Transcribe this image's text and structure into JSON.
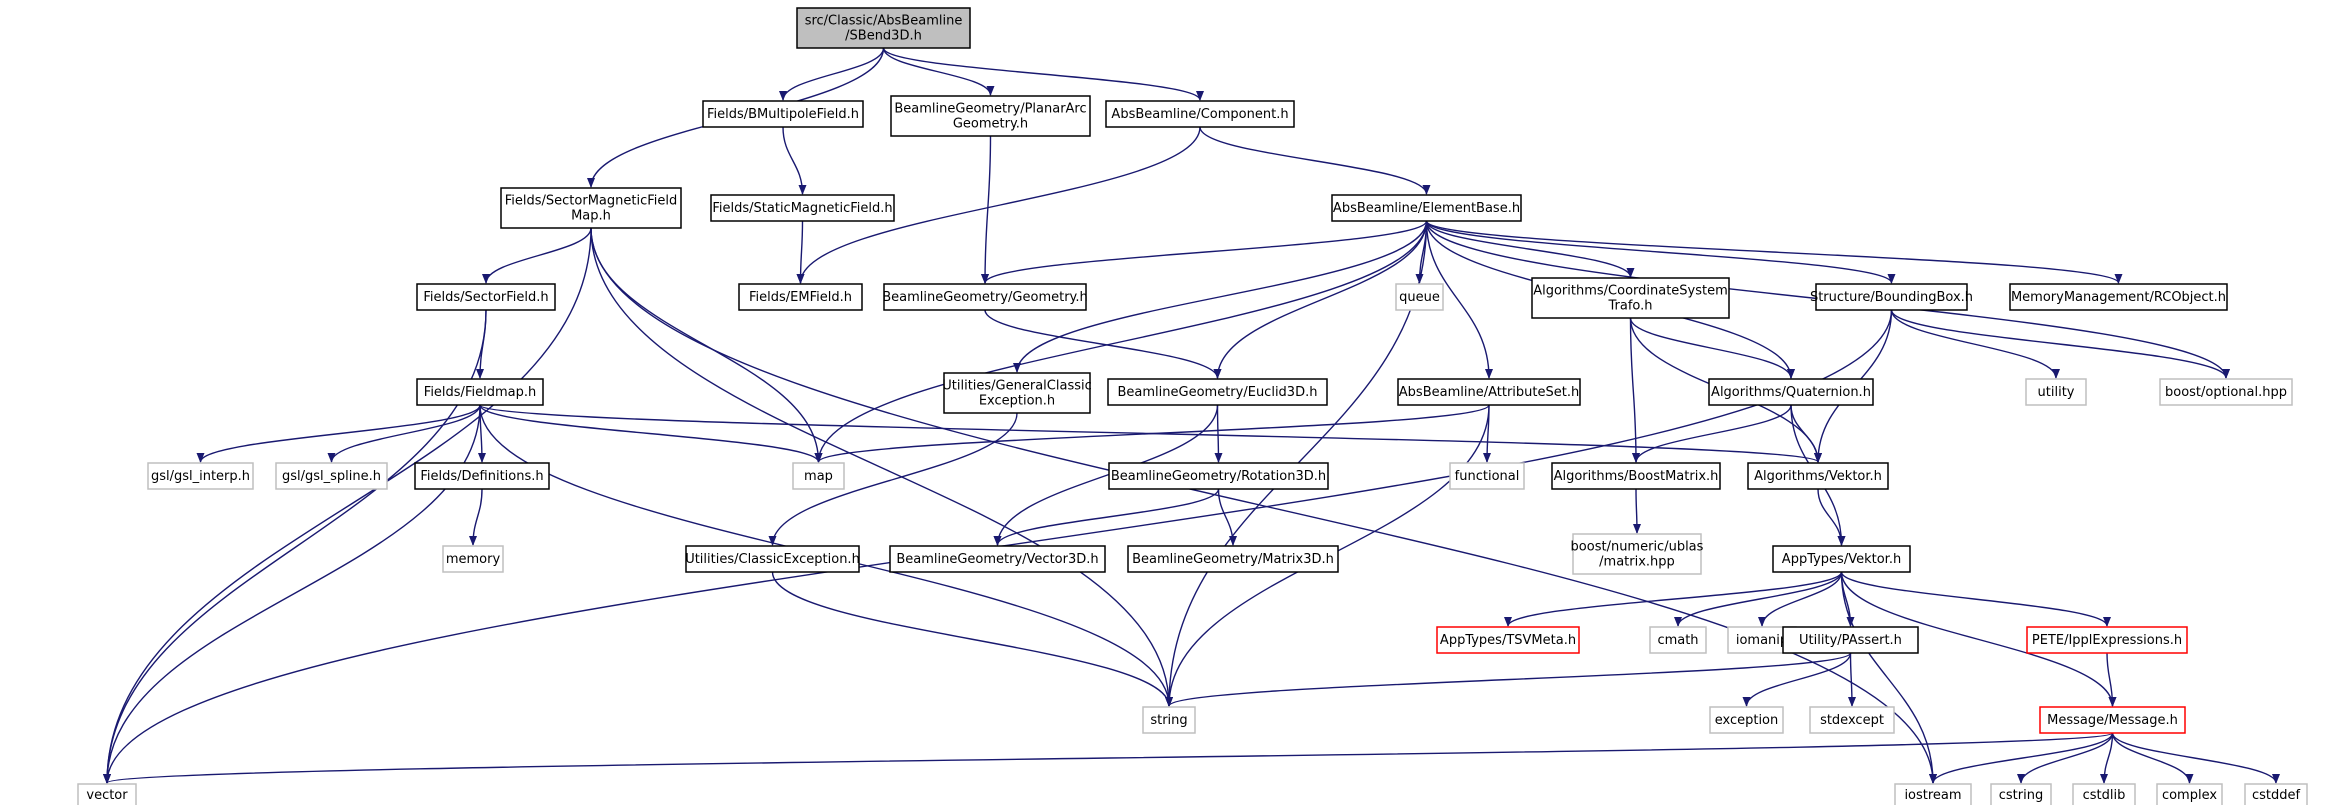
{
  "title": "",
  "style": {
    "edge_color": "#191970",
    "node_border": "#000000",
    "external_border": "#bfbfbf",
    "truncated_border": "#ff0000",
    "root_fill": "#bfbfbf"
  },
  "nodes": [
    {
      "id": "root",
      "lines": [
        "src/Classic/AbsBeamline",
        "/SBend3D.h"
      ],
      "kind": "root"
    },
    {
      "id": "smfm",
      "lines": [
        "Fields/SectorMagneticField",
        "Map.h"
      ],
      "kind": "normal"
    },
    {
      "id": "bmp",
      "lines": [
        "Fields/BMultipoleField.h"
      ],
      "kind": "normal"
    },
    {
      "id": "pag",
      "lines": [
        "BeamlineGeometry/PlanarArc",
        "Geometry.h"
      ],
      "kind": "normal"
    },
    {
      "id": "comp",
      "lines": [
        "AbsBeamline/Component.h"
      ],
      "kind": "normal"
    },
    {
      "id": "smf",
      "lines": [
        "Fields/StaticMagneticField.h"
      ],
      "kind": "normal"
    },
    {
      "id": "eb",
      "lines": [
        "AbsBeamline/ElementBase.h"
      ],
      "kind": "normal"
    },
    {
      "id": "sf",
      "lines": [
        "Fields/SectorField.h"
      ],
      "kind": "normal"
    },
    {
      "id": "em",
      "lines": [
        "Fields/EMField.h"
      ],
      "kind": "normal"
    },
    {
      "id": "geo",
      "lines": [
        "BeamlineGeometry/Geometry.h"
      ],
      "kind": "normal"
    },
    {
      "id": "queue",
      "lines": [
        "queue"
      ],
      "kind": "ext"
    },
    {
      "id": "cst",
      "lines": [
        "Algorithms/CoordinateSystem",
        "Trafo.h"
      ],
      "kind": "normal"
    },
    {
      "id": "bb",
      "lines": [
        "Structure/BoundingBox.h"
      ],
      "kind": "normal"
    },
    {
      "id": "rco",
      "lines": [
        "MemoryManagement/RCObject.h"
      ],
      "kind": "normal"
    },
    {
      "id": "fm",
      "lines": [
        "Fields/Fieldmap.h"
      ],
      "kind": "normal"
    },
    {
      "id": "gce",
      "lines": [
        "Utilities/GeneralClassic",
        "Exception.h"
      ],
      "kind": "normal"
    },
    {
      "id": "e3d",
      "lines": [
        "BeamlineGeometry/Euclid3D.h"
      ],
      "kind": "normal"
    },
    {
      "id": "as",
      "lines": [
        "AbsBeamline/AttributeSet.h"
      ],
      "kind": "normal"
    },
    {
      "id": "quat",
      "lines": [
        "Algorithms/Quaternion.h"
      ],
      "kind": "normal"
    },
    {
      "id": "util",
      "lines": [
        "utility"
      ],
      "kind": "ext"
    },
    {
      "id": "bopt",
      "lines": [
        "boost/optional.hpp"
      ],
      "kind": "ext"
    },
    {
      "id": "gsli",
      "lines": [
        "gsl/gsl_interp.h"
      ],
      "kind": "ext"
    },
    {
      "id": "gsls",
      "lines": [
        "gsl/gsl_spline.h"
      ],
      "kind": "ext"
    },
    {
      "id": "defs",
      "lines": [
        "Fields/Definitions.h"
      ],
      "kind": "normal"
    },
    {
      "id": "map",
      "lines": [
        "map"
      ],
      "kind": "ext"
    },
    {
      "id": "r3d",
      "lines": [
        "BeamlineGeometry/Rotation3D.h"
      ],
      "kind": "normal"
    },
    {
      "id": "func",
      "lines": [
        "functional"
      ],
      "kind": "ext"
    },
    {
      "id": "bm",
      "lines": [
        "Algorithms/BoostMatrix.h"
      ],
      "kind": "normal"
    },
    {
      "id": "avek",
      "lines": [
        "Algorithms/Vektor.h"
      ],
      "kind": "normal"
    },
    {
      "id": "mem",
      "lines": [
        "memory"
      ],
      "kind": "ext"
    },
    {
      "id": "bnum",
      "lines": [
        "boost/numeric/ublas",
        "/matrix.hpp"
      ],
      "kind": "ext"
    },
    {
      "id": "ce",
      "lines": [
        "Utilities/ClassicException.h"
      ],
      "kind": "normal"
    },
    {
      "id": "v3d",
      "lines": [
        "BeamlineGeometry/Vector3D.h"
      ],
      "kind": "normal"
    },
    {
      "id": "m3d",
      "lines": [
        "BeamlineGeometry/Matrix3D.h"
      ],
      "kind": "normal"
    },
    {
      "id": "atv",
      "lines": [
        "AppTypes/Vektor.h"
      ],
      "kind": "normal"
    },
    {
      "id": "tsv",
      "lines": [
        "AppTypes/TSVMeta.h"
      ],
      "kind": "trunc"
    },
    {
      "id": "cmath",
      "lines": [
        "cmath"
      ],
      "kind": "ext"
    },
    {
      "id": "ioman",
      "lines": [
        "iomanip"
      ],
      "kind": "ext"
    },
    {
      "id": "pa",
      "lines": [
        "Utility/PAssert.h"
      ],
      "kind": "normal"
    },
    {
      "id": "ippl",
      "lines": [
        "PETE/IpplExpressions.h"
      ],
      "kind": "trunc"
    },
    {
      "id": "string",
      "lines": [
        "string"
      ],
      "kind": "ext"
    },
    {
      "id": "exc",
      "lines": [
        "exception"
      ],
      "kind": "ext"
    },
    {
      "id": "stdx",
      "lines": [
        "stdexcept"
      ],
      "kind": "ext"
    },
    {
      "id": "msg",
      "lines": [
        "Message/Message.h"
      ],
      "kind": "trunc"
    },
    {
      "id": "vector",
      "lines": [
        "vector"
      ],
      "kind": "ext"
    },
    {
      "id": "ios",
      "lines": [
        "iostream"
      ],
      "kind": "ext"
    },
    {
      "id": "cstr",
      "lines": [
        "cstring"
      ],
      "kind": "ext"
    },
    {
      "id": "cstdl",
      "lines": [
        "cstdlib"
      ],
      "kind": "ext"
    },
    {
      "id": "cplx",
      "lines": [
        "complex"
      ],
      "kind": "ext"
    },
    {
      "id": "cstdd",
      "lines": [
        "cstddef"
      ],
      "kind": "ext"
    }
  ],
  "edges": [
    [
      "root",
      "smfm"
    ],
    [
      "root",
      "bmp"
    ],
    [
      "root",
      "pag"
    ],
    [
      "root",
      "comp"
    ],
    [
      "bmp",
      "smf"
    ],
    [
      "smf",
      "em"
    ],
    [
      "pag",
      "geo"
    ],
    [
      "comp",
      "em"
    ],
    [
      "comp",
      "eb"
    ],
    [
      "smfm",
      "sf"
    ],
    [
      "smfm",
      "map"
    ],
    [
      "smfm",
      "vector"
    ],
    [
      "smfm",
      "string"
    ],
    [
      "smfm",
      "ios"
    ],
    [
      "sf",
      "fm"
    ],
    [
      "sf",
      "vector"
    ],
    [
      "fm",
      "vector"
    ],
    [
      "fm",
      "gsli"
    ],
    [
      "fm",
      "gsls"
    ],
    [
      "fm",
      "defs"
    ],
    [
      "fm",
      "map"
    ],
    [
      "fm",
      "avek"
    ],
    [
      "fm",
      "string"
    ],
    [
      "defs",
      "mem"
    ],
    [
      "eb",
      "geo"
    ],
    [
      "eb",
      "map"
    ],
    [
      "eb",
      "gce"
    ],
    [
      "eb",
      "e3d"
    ],
    [
      "eb",
      "string"
    ],
    [
      "eb",
      "queue"
    ],
    [
      "eb",
      "as"
    ],
    [
      "eb",
      "cst"
    ],
    [
      "eb",
      "quat"
    ],
    [
      "eb",
      "bb"
    ],
    [
      "eb",
      "rco"
    ],
    [
      "eb",
      "bopt"
    ],
    [
      "geo",
      "e3d"
    ],
    [
      "gce",
      "ce"
    ],
    [
      "ce",
      "string"
    ],
    [
      "e3d",
      "r3d"
    ],
    [
      "e3d",
      "v3d"
    ],
    [
      "r3d",
      "v3d"
    ],
    [
      "r3d",
      "m3d"
    ],
    [
      "as",
      "map"
    ],
    [
      "as",
      "func"
    ],
    [
      "as",
      "string"
    ],
    [
      "cst",
      "bm"
    ],
    [
      "cst",
      "avek"
    ],
    [
      "cst",
      "quat"
    ],
    [
      "quat",
      "bm"
    ],
    [
      "quat",
      "avek"
    ],
    [
      "quat",
      "atv"
    ],
    [
      "bm",
      "bnum"
    ],
    [
      "avek",
      "atv"
    ],
    [
      "bb",
      "avek"
    ],
    [
      "bb",
      "util"
    ],
    [
      "bb",
      "bopt"
    ],
    [
      "bb",
      "vector"
    ],
    [
      "atv",
      "tsv"
    ],
    [
      "atv",
      "cmath"
    ],
    [
      "atv",
      "ioman"
    ],
    [
      "atv",
      "pa"
    ],
    [
      "atv",
      "ippl"
    ],
    [
      "atv",
      "ios"
    ],
    [
      "atv",
      "msg"
    ],
    [
      "pa",
      "string"
    ],
    [
      "pa",
      "exc"
    ],
    [
      "pa",
      "stdx"
    ],
    [
      "ippl",
      "msg"
    ],
    [
      "msg",
      "vector"
    ],
    [
      "msg",
      "ios"
    ],
    [
      "msg",
      "cstr"
    ],
    [
      "msg",
      "cstdl"
    ],
    [
      "msg",
      "cplx"
    ],
    [
      "msg",
      "cstdd"
    ]
  ]
}
